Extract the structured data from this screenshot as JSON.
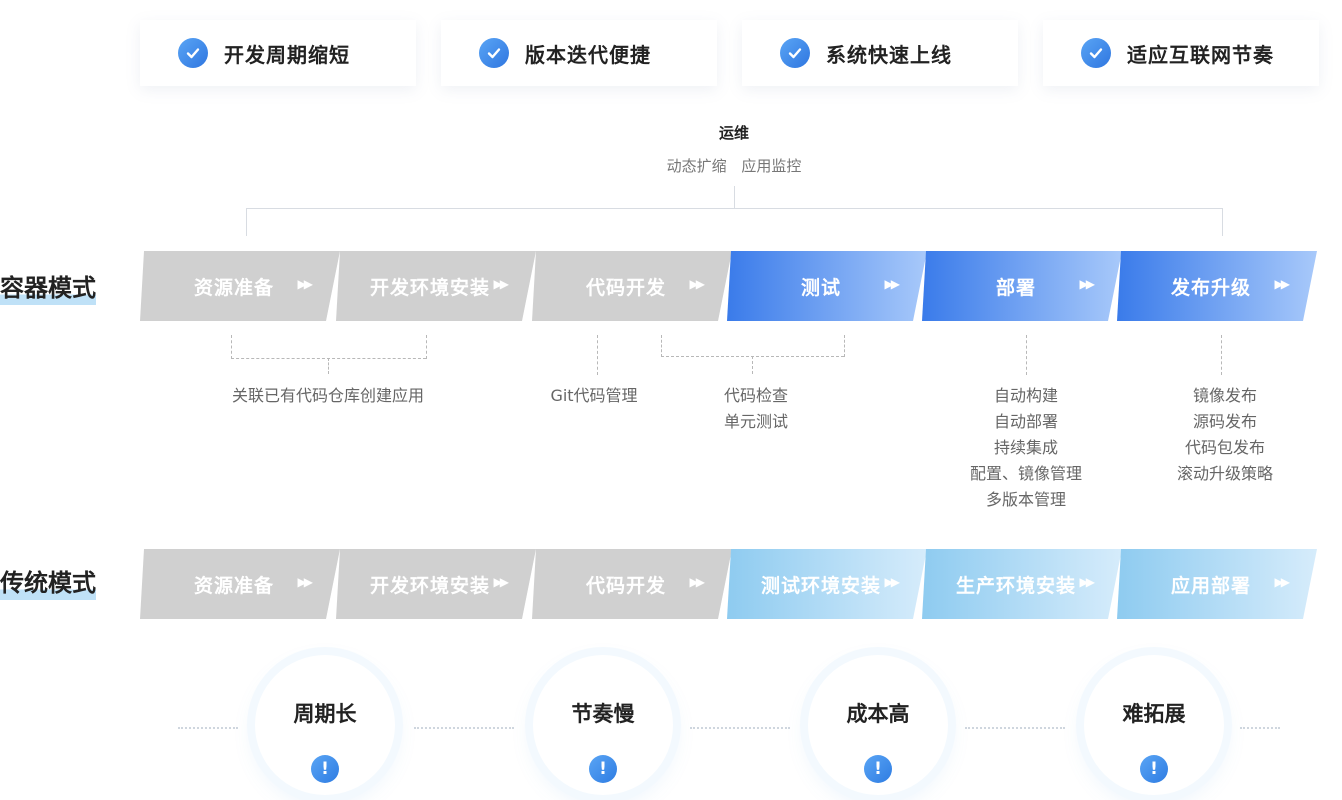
{
  "benefits": [
    "开发周期缩短",
    "版本迭代便捷",
    "系统快速上线",
    "适应互联网节奏"
  ],
  "ops": {
    "title": "运维",
    "items": "动态扩缩 应用监控"
  },
  "container_mode": {
    "label": "容器模式",
    "stages": [
      "资源准备",
      "开发环境安装",
      "代码开发",
      "测试",
      "部署",
      "发布升级"
    ],
    "notes": {
      "resource_dev": "关联已有代码仓库创建应用",
      "code": "Git代码管理",
      "test": [
        "代码检查",
        "单元测试"
      ],
      "deploy": [
        "自动构建",
        "自动部署",
        "持续集成",
        "配置、镜像管理",
        "多版本管理"
      ],
      "release": [
        "镜像发布",
        "源码发布",
        "代码包发布",
        "滚动升级策略"
      ]
    }
  },
  "traditional_mode": {
    "label": "传统模式",
    "stages": [
      "资源准备",
      "开发环境安装",
      "代码开发",
      "测试环境安装",
      "生产环境安装",
      "应用部署"
    ]
  },
  "problems": [
    "周期长",
    "节奏慢",
    "成本高",
    "难拓展"
  ],
  "icons": {
    "check": "check-icon",
    "arrow": "double-chevron-right-icon",
    "alert": "exclamation-icon"
  },
  "colors": {
    "accent_blue": "#3a7bea",
    "light_blue": "#8ecbf0",
    "grey": "#d0d0d0"
  }
}
